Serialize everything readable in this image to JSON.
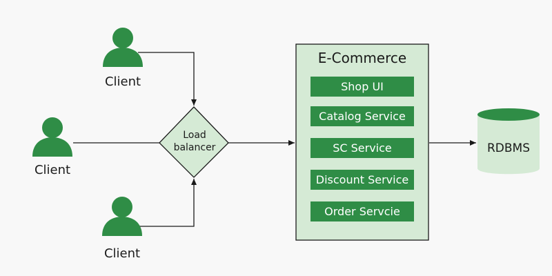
{
  "clients": [
    {
      "label": "Client"
    },
    {
      "label": "Client"
    },
    {
      "label": "Client"
    }
  ],
  "load_balancer": {
    "line1": "Load",
    "line2": "balancer"
  },
  "ecommerce": {
    "title": "E-Commerce",
    "services": [
      "Shop UI",
      "Catalog Service",
      "SC Service",
      "Discount Service",
      "Order Servcie"
    ]
  },
  "database": {
    "label": "RDBMS"
  },
  "colors": {
    "green": "#2f8d46",
    "light_green": "#d5ead5",
    "line": "#1a1a1a",
    "background": "#f8f8f8"
  }
}
